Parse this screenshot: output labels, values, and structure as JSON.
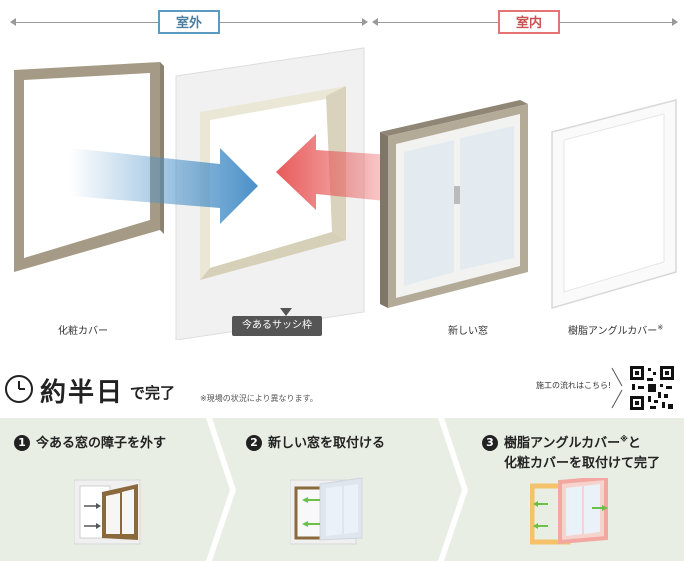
{
  "header": {
    "outdoor_label": "室外",
    "indoor_label": "室内",
    "outdoor_color": "#5b9bbf",
    "indoor_color": "#e57373"
  },
  "parts": {
    "trim_cover": "化粧カバー",
    "existing_frame": "今あるサッシ枠",
    "new_window": "新しい窓",
    "resin_angle_cover": "樹脂アングルカバー",
    "resin_angle_mark": "※"
  },
  "duration": {
    "headline": "約半日",
    "suffix": "で完了",
    "note": "※現場の状況により異なります。",
    "icon": "clock-icon"
  },
  "qr": {
    "caption": "施工の流れはこちら!"
  },
  "steps": [
    {
      "num": "1",
      "line1": "今ある窓の障子を外す",
      "line2": ""
    },
    {
      "num": "2",
      "line1": "新しい窓を取付ける",
      "line2": ""
    },
    {
      "num": "3",
      "line1": "樹脂アングルカバー",
      "mark": "※",
      "line1_tail": "と",
      "line2": "化粧カバーを取付けて完了"
    }
  ],
  "colors": {
    "step_bg": "#e8eee4",
    "frame_brown": "#a59a86",
    "sash_white": "#f2f2f0",
    "blue_arrow": "#4a90c8",
    "red_arrow": "#e85a5a",
    "green_arrow": "#6cc04a",
    "orange_cover": "#f5c26b",
    "pink_cover": "#f2a8a0"
  }
}
